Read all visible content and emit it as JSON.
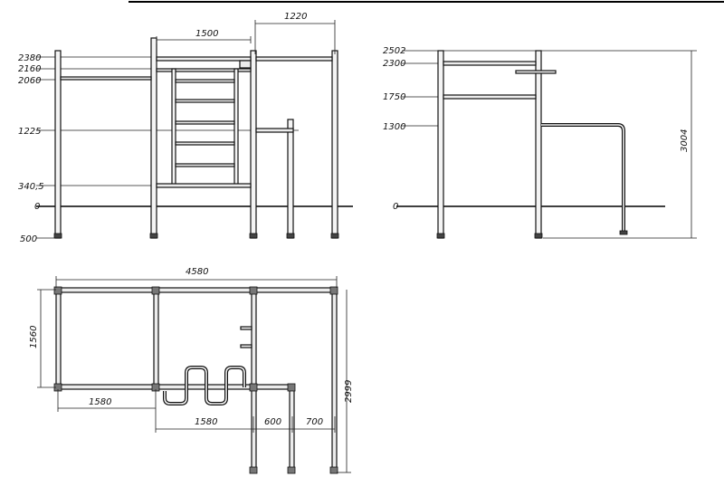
{
  "front_view": {
    "levels": [
      "2380",
      "2160",
      "2060",
      "1225",
      "340,5",
      "0",
      "500"
    ],
    "dim_width": "1500",
    "dim_offset": "1220"
  },
  "side_view": {
    "levels": [
      "2502",
      "2300",
      "1750",
      "1300",
      "0"
    ],
    "dim_height": "3004"
  },
  "plan_view": {
    "dim_total_width": "4580",
    "dim_depth": "1560",
    "dim_left_span": "1580",
    "dim_mid_span": "1580",
    "dim_a": "600",
    "dim_b": "700",
    "dim_total_depth": "2999"
  }
}
